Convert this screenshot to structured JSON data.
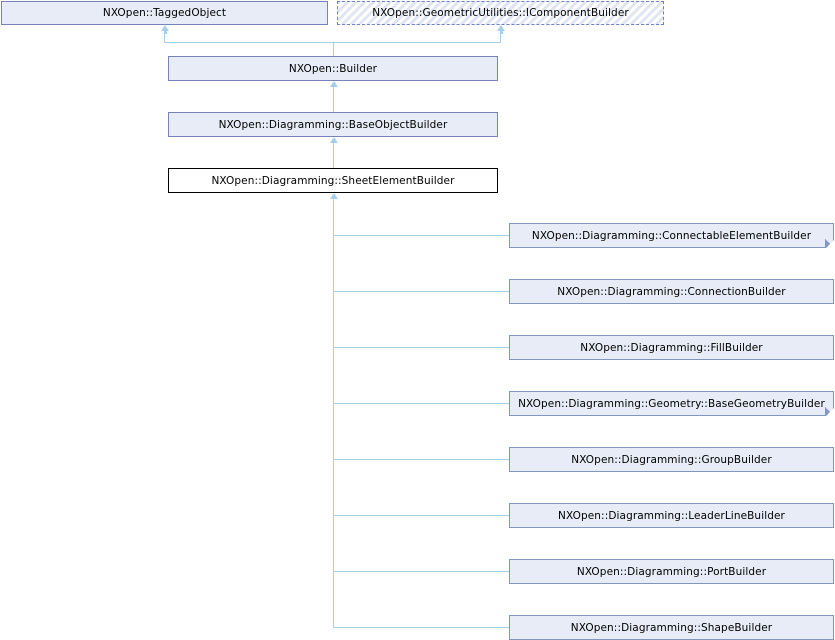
{
  "diagram": {
    "kind": "inheritance-diagram",
    "title": "NXOpen::Diagramming::SheetElementBuilder inheritance diagram",
    "colors": {
      "node_fill": "#e8ecf7",
      "node_border": "#7583b8",
      "derived_border": "#8296c4",
      "current_fill": "#ffffff",
      "current_border": "#000000",
      "interface_border": "#6f81c0",
      "connector": "#a8cfe8",
      "text": "#000000",
      "background": "#ffffff"
    },
    "base_nodes": [
      {
        "label": "NXOpen::TaggedObject",
        "style": "class"
      },
      {
        "label": "NXOpen::GeometricUtilities::IComponentBuilder",
        "style": "interface"
      },
      {
        "label": "NXOpen::Builder",
        "style": "class"
      },
      {
        "label": "NXOpen::Diagramming::BaseObjectBuilder",
        "style": "class"
      },
      {
        "label": "NXOpen::Diagramming::SheetElementBuilder",
        "style": "current"
      }
    ],
    "derived_nodes": [
      {
        "label": "NXOpen::Diagramming::ConnectableElementBuilder",
        "clipped": true
      },
      {
        "label": "NXOpen::Diagramming::ConnectionBuilder",
        "clipped": false
      },
      {
        "label": "NXOpen::Diagramming::FillBuilder",
        "clipped": false
      },
      {
        "label": "NXOpen::Diagramming::Geometry::BaseGeometryBuilder",
        "clipped": true
      },
      {
        "label": "NXOpen::Diagramming::GroupBuilder",
        "clipped": false
      },
      {
        "label": "NXOpen::Diagramming::LeaderLineBuilder",
        "clipped": false
      },
      {
        "label": "NXOpen::Diagramming::PortBuilder",
        "clipped": false
      },
      {
        "label": "NXOpen::Diagramming::ShapeBuilder",
        "clipped": false
      }
    ]
  }
}
